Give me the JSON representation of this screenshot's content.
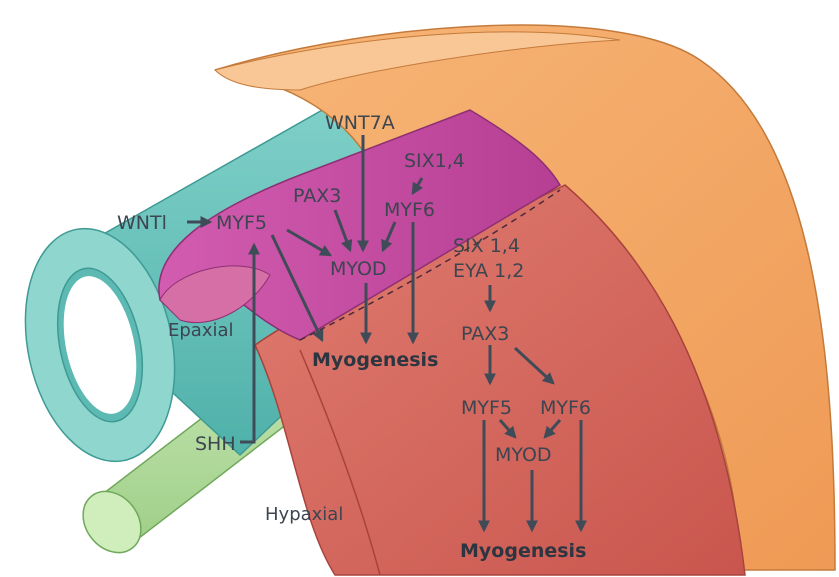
{
  "regions": {
    "epaxial": "Epaxial",
    "hypaxial": "Hypaxial"
  },
  "epaxial_pathway": {
    "wnt1": "WNTl",
    "wnt7a": "WNT7A",
    "six14": "SIX1,4",
    "pax3": "PAX3",
    "myf5": "MYF5",
    "myf6": "MYF6",
    "myod": "MYOD",
    "myogenesis": "Myogenesis",
    "shh": "SHH"
  },
  "hypaxial_pathway": {
    "six14": "SIX 1,4",
    "eya12": "EYA 1,2",
    "pax3": "PAX3",
    "myf5": "MYF5",
    "myf6": "MYF6",
    "myod": "MYOD",
    "myogenesis": "Myogenesis"
  },
  "colors": {
    "neural_tube": "#6cc4bd",
    "notochord": "#b6dca3",
    "epaxial_myotome": "#c24aa0",
    "hypaxial_myotome": "#d4675e",
    "dermomyotome": "#f3a866",
    "arrow": "#404b58"
  }
}
